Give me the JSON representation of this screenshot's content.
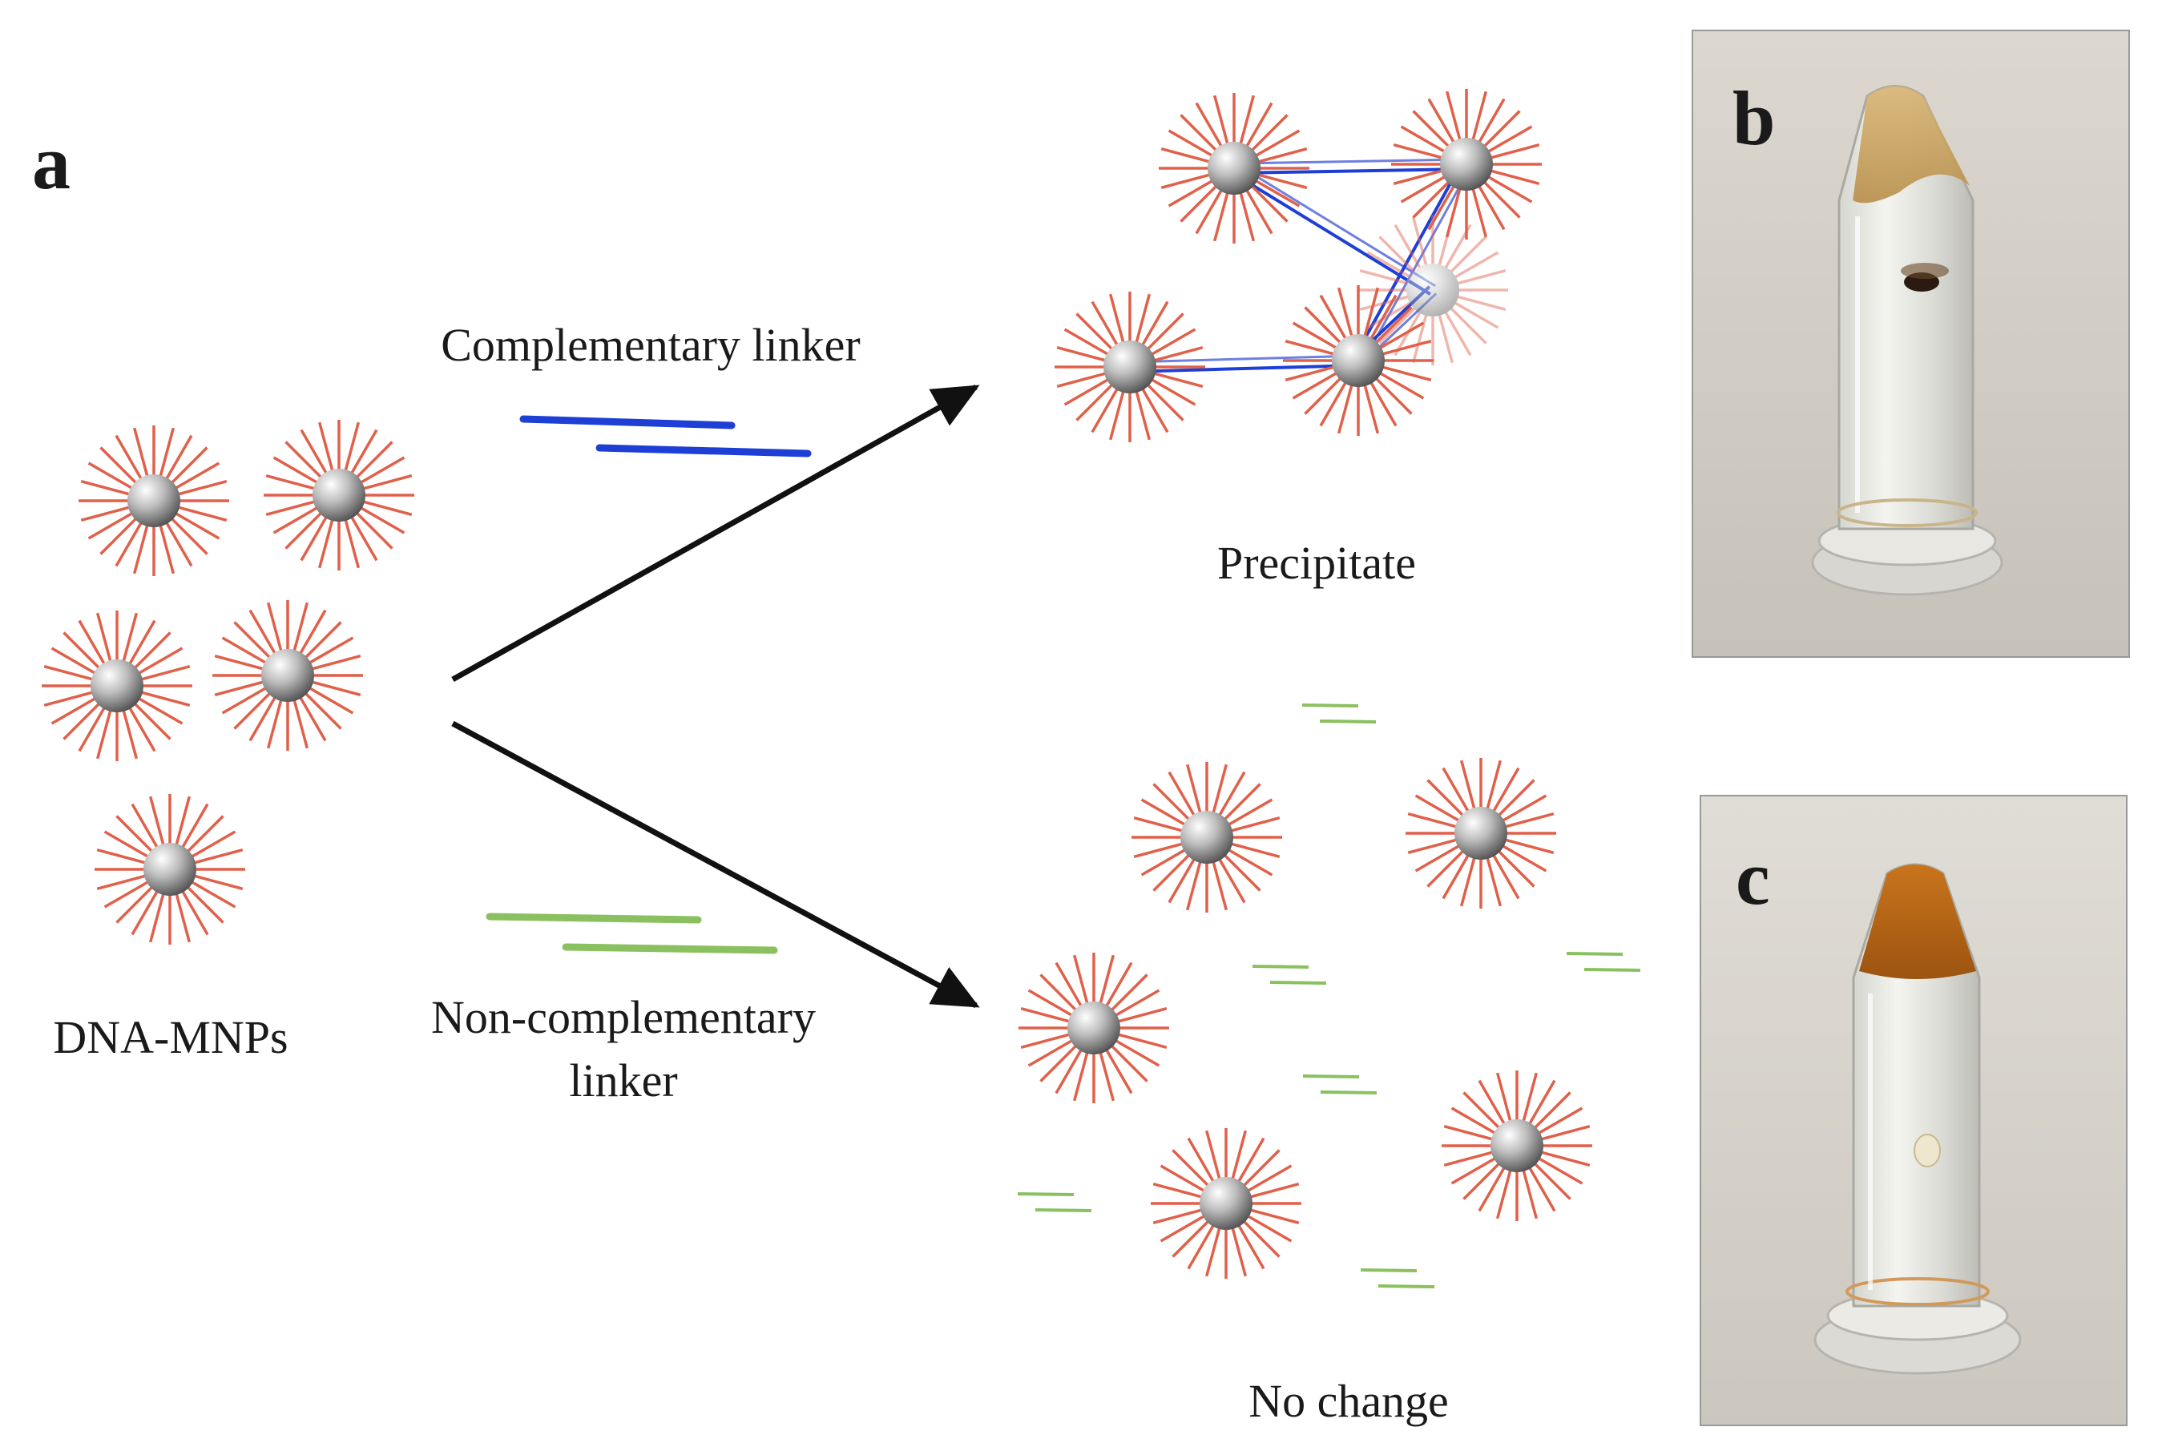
{
  "panels": {
    "a": "a",
    "b": "b",
    "c": "c"
  },
  "labels": {
    "complementary_linker": "Complementary linker",
    "non_complementary_line1": "Non-complementary",
    "non_complementary_line2": "linker",
    "dna_mnps": "DNA-MNPs",
    "precipitate": "Precipitate",
    "no_change": "No change"
  },
  "colors": {
    "dna_strand": "#e0604a",
    "complementary": "#1e3fd6",
    "non_complementary": "#8bc060",
    "arrow": "#111111",
    "photo_bg": "#d4d0c8"
  }
}
